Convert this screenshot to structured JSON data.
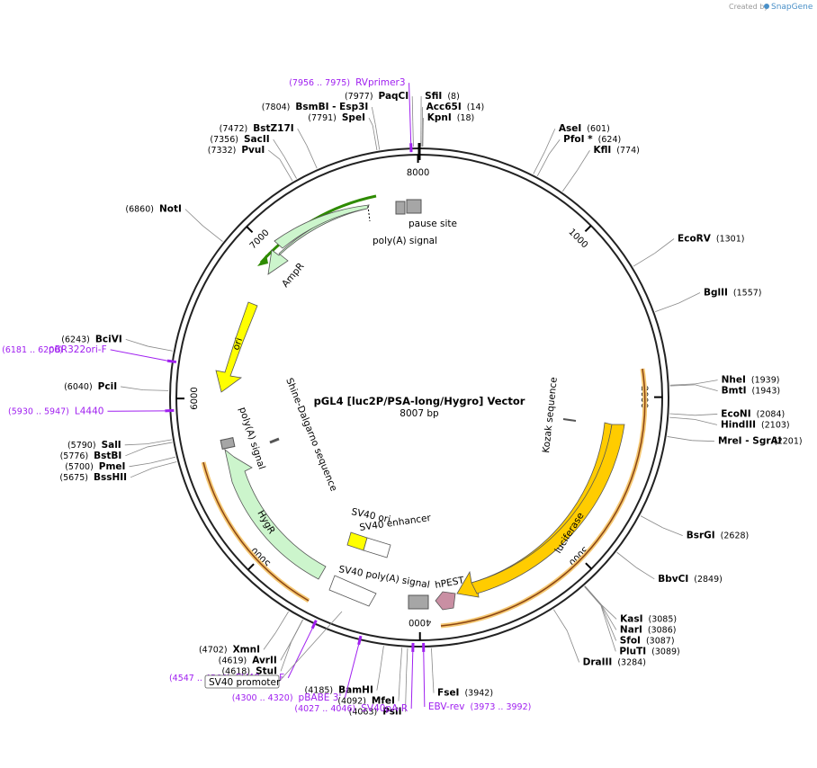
{
  "credit": {
    "text": "Created by",
    "brand": "SnapGene"
  },
  "plasmid": {
    "name": "pGL4 [luc2P/PSA-long/Hygro] Vector",
    "size": "8007 bp",
    "length": 8007
  },
  "ticks": [
    {
      "pos": 1000,
      "label": "1000"
    },
    {
      "pos": 2000,
      "label": "2000"
    },
    {
      "pos": 3000,
      "label": "3000"
    },
    {
      "pos": 4000,
      "label": "4000"
    },
    {
      "pos": 5000,
      "label": "5000"
    },
    {
      "pos": 6000,
      "label": "6000"
    },
    {
      "pos": 7000,
      "label": "7000"
    },
    {
      "pos": 8000,
      "label": "8000"
    }
  ],
  "enzymes": [
    {
      "name": "PaqCI",
      "pos": "(7977)",
      "at": 7977
    },
    {
      "name": "SfiI",
      "pos": "(8)",
      "at": 8
    },
    {
      "name": "Acc65I",
      "pos": "(14)",
      "at": 14
    },
    {
      "name": "KpnI",
      "pos": "(18)",
      "at": 18
    },
    {
      "name": "BsmBI",
      "pos": "(7804)",
      "at": 7804,
      "extra": "- Esp3I"
    },
    {
      "name": "SpeI",
      "pos": "(7791)",
      "at": 7791
    },
    {
      "name": "BstZ17I",
      "pos": "(7472)",
      "at": 7472
    },
    {
      "name": "SacII",
      "pos": "(7356)",
      "at": 7356
    },
    {
      "name": "PvuI",
      "pos": "(7332)",
      "at": 7332
    },
    {
      "name": "NotI",
      "pos": "(6860)",
      "at": 6860
    },
    {
      "name": "BciVI",
      "pos": "(6243)",
      "at": 6243
    },
    {
      "name": "PciI",
      "pos": "(6040)",
      "at": 6040
    },
    {
      "name": "SalI",
      "pos": "(5790)",
      "at": 5790
    },
    {
      "name": "BstBI",
      "pos": "(5776)",
      "at": 5776
    },
    {
      "name": "PmeI",
      "pos": "(5700)",
      "at": 5700
    },
    {
      "name": "BssHII",
      "pos": "(5675)",
      "at": 5675
    },
    {
      "name": "XmnI",
      "pos": "(4702)",
      "at": 4702
    },
    {
      "name": "AvrII",
      "pos": "(4619)",
      "at": 4619
    },
    {
      "name": "StuI",
      "pos": "(4618)",
      "at": 4618
    },
    {
      "name": "BamHI",
      "pos": "(4185)",
      "at": 4185
    },
    {
      "name": "MfeI",
      "pos": "(4092)",
      "at": 4092
    },
    {
      "name": "PsiI",
      "pos": "(4063)",
      "at": 4063
    },
    {
      "name": "FseI",
      "pos": "(3942)",
      "at": 3942
    },
    {
      "name": "DraIII",
      "pos": "(3284)",
      "at": 3284
    },
    {
      "name": "PluTI",
      "pos": "(3089)",
      "at": 3089
    },
    {
      "name": "SfoI",
      "pos": "(3087)",
      "at": 3087
    },
    {
      "name": "NarI",
      "pos": "(3086)",
      "at": 3086
    },
    {
      "name": "KasI",
      "pos": "(3085)",
      "at": 3085
    },
    {
      "name": "BbvCI",
      "pos": "(2849)",
      "at": 2849
    },
    {
      "name": "BsrGI",
      "pos": "(2628)",
      "at": 2628
    },
    {
      "name": "MreI",
      "pos": "(2201)",
      "at": 2201,
      "extra": "- SgrAI"
    },
    {
      "name": "HindIII",
      "pos": "(2103)",
      "at": 2103
    },
    {
      "name": "EcoNI",
      "pos": "(2084)",
      "at": 2084
    },
    {
      "name": "BmtI",
      "pos": "(1943)",
      "at": 1943
    },
    {
      "name": "NheI",
      "pos": "(1939)",
      "at": 1939
    },
    {
      "name": "BglII",
      "pos": "(1557)",
      "at": 1557
    },
    {
      "name": "EcoRV",
      "pos": "(1301)",
      "at": 1301
    },
    {
      "name": "KflI",
      "pos": "(774)",
      "at": 774
    },
    {
      "name": "PfoI *",
      "pos": "(624)",
      "at": 624
    },
    {
      "name": "AseI",
      "pos": "(601)",
      "at": 601
    }
  ],
  "primers": [
    {
      "name": "RVprimer3",
      "range": "(7956 .. 7975)",
      "at": 7965
    },
    {
      "name": "pBR322ori-F",
      "range": "(6181 .. 6200)",
      "at": 6190
    },
    {
      "name": "L4440",
      "range": "(5930 .. 5947)",
      "at": 5938
    },
    {
      "name": "SV40pro-F",
      "range": "(4547 .. 4566)",
      "at": 4556
    },
    {
      "name": "pBABE 3'",
      "range": "(4300 .. 4320)",
      "at": 4310
    },
    {
      "name": "SV40pA-R",
      "range": "(4027 .. 4046)",
      "at": 4036
    },
    {
      "name": "EBV-rev",
      "range": "(3973 .. 3992)",
      "at": 3982
    }
  ],
  "features": {
    "pause_site": "pause site",
    "polya_top": "poly(A) signal",
    "ampr": "AmpR",
    "ori": "ori",
    "shine": "Shine-Dalgarno sequence",
    "polya_left": "poly(A) signal",
    "hygr": "HygR",
    "sv40_ori": "SV40 ori",
    "sv40_enh": "SV40 enhancer",
    "sv40_polya": "SV40 poly(A) signal",
    "hpest": "hPEST",
    "luciferase": "luciferase",
    "kozak": "Kozak sequence",
    "sv40_promoter": "SV40 promoter"
  },
  "colors": {
    "backbone": "#222222",
    "ampr": "#ccf5cc",
    "ori": "#ffff00",
    "hygr": "#ccf5cc",
    "luciferase": "#ffcc00",
    "hpest": "#c98fa3",
    "primer": "#a020f0",
    "orf_highlight": "#f5c872",
    "orf_arrow": "#2e8b00"
  }
}
